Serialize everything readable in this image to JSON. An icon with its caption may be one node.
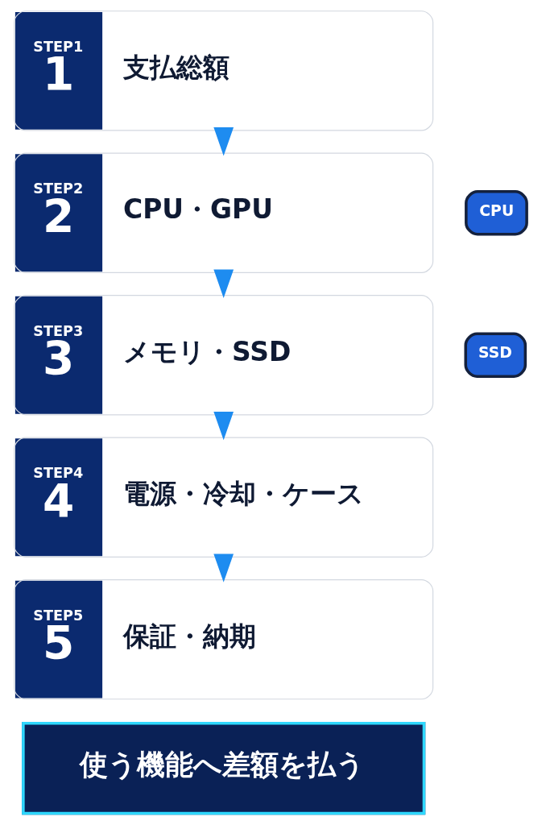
{
  "diagram": {
    "nodes": [
      {
        "text": [
          "STEP1",
          "1",
          "支払総額"
        ]
      },
      {
        "text": [
          "STEP2",
          "2",
          "CPU・GPU"
        ]
      },
      {
        "text": [
          "STEP3",
          "3",
          "メモリ・SSD"
        ]
      },
      {
        "text": [
          "STEP4",
          "4",
          "電源・冷却・ケース"
        ]
      },
      {
        "text": [
          "STEP5",
          "5",
          "保証・納期"
        ]
      },
      {
        "text": [
          "使う機能へ差額を払う"
        ]
      }
    ],
    "edges": [
      {
        "from": 0,
        "to": 1,
        "arrow": "to"
      },
      {
        "from": 1,
        "to": 2,
        "arrow": "to"
      },
      {
        "from": 2,
        "to": 3,
        "arrow": "to"
      },
      {
        "from": 3,
        "to": 4,
        "arrow": "to"
      }
    ],
    "labels": [
      "CPU",
      "SSD"
    ]
  }
}
